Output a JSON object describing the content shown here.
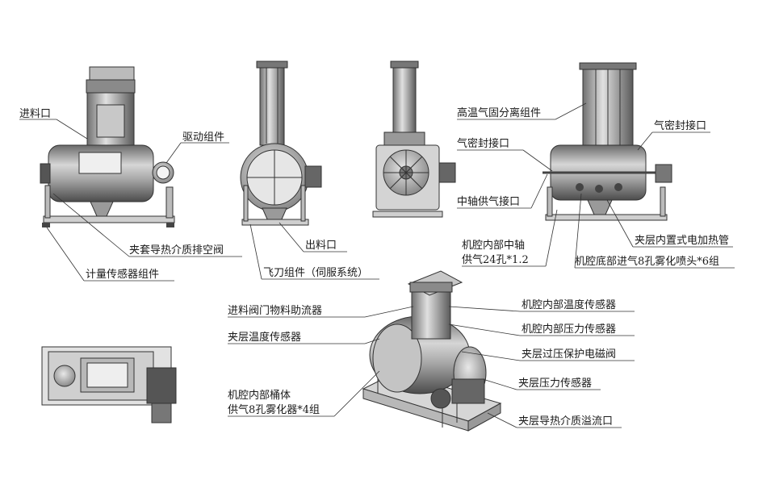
{
  "labels": {
    "feed_inlet": "进料口",
    "drive_assembly": "驱动组件",
    "jacket_drain_valve": "夹套导热介质排空阀",
    "weighing_sensor": "计量传感器组件",
    "discharge_outlet": "出料口",
    "fly_cutter": "飞刀组件（伺服系统）",
    "gas_solid_separator": "高温气固分离组件",
    "gas_seal_port_left": "气密封接口",
    "gas_seal_port_right": "气密封接口",
    "shaft_gas_port": "中轴供气接口",
    "shaft_gas_line1": "机腔内部中轴",
    "shaft_gas_line2": "供气24孔*1.2",
    "jacket_heater": "夹层内置式电加热管",
    "bottom_nozzles": "机腔底部进气8孔雾化喷头*6组",
    "feed_valve_flow_aid": "进料阀门物料助流器",
    "jacket_temp_sensor": "夹层温度传感器",
    "barrel_atomizer_line1": "机腔内部桶体",
    "barrel_atomizer_line2": "供气8孔雾化器*4组",
    "chamber_temp_sensor": "机腔内部温度传感器",
    "chamber_pressure_sensor": "机腔内部压力传感器",
    "overpressure_valve": "夹层过压保护电磁阀",
    "jacket_pressure_sensor": "夹层压力传感器",
    "jacket_overflow": "夹层导热介质溢流口"
  },
  "colors": {
    "steel_light": "#d9d9d9",
    "steel_mid": "#9a9a9a",
    "steel_dark": "#4a4a4a",
    "line": "#333333"
  }
}
